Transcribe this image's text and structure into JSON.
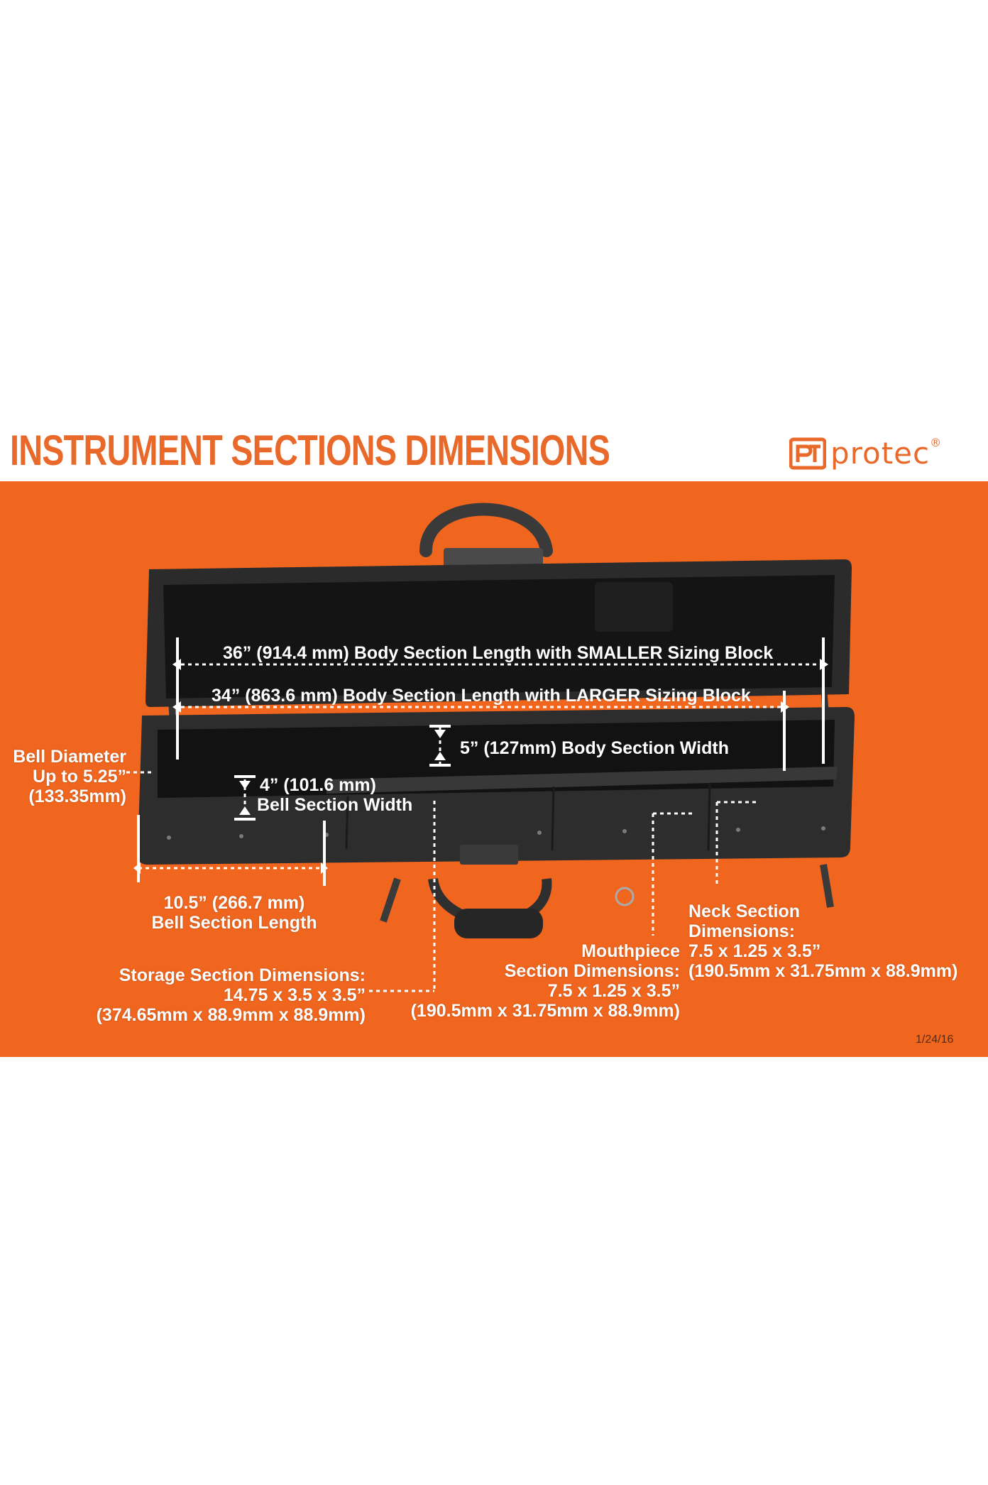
{
  "header": {
    "title": "INSTRUMENT SECTIONS DIMENSIONS",
    "brand": "protec",
    "brand_mark": "®",
    "logo_icon": "pt-logo-icon"
  },
  "colors": {
    "accent": "#f0661f",
    "title": "#e8692a",
    "case": "#2a2a2a",
    "lining": "#1c1c1c",
    "label": "#ffffff"
  },
  "labels": {
    "body_length_small": "36” (914.4 mm) Body Section Length with SMALLER Sizing Block",
    "body_length_large": "34” (863.6 mm) Body Section Length with LARGER Sizing Block",
    "body_width": "5” (127mm) Body Section Width",
    "bell_diameter_1": "Bell Diameter",
    "bell_diameter_2": "Up to 5.25”",
    "bell_diameter_3": "(133.35mm)",
    "bell_width_1": "4” (101.6 mm)",
    "bell_width_2": "Bell Section Width",
    "bell_length_1": "10.5” (266.7 mm)",
    "bell_length_2": "Bell Section Length",
    "storage_1": "Storage Section Dimensions:",
    "storage_2": "14.75 x 3.5 x 3.5”",
    "storage_3": "(374.65mm x 88.9mm x 88.9mm)",
    "mouthpiece_1": "Mouthpiece",
    "mouthpiece_2": "Section Dimensions:",
    "mouthpiece_3": "7.5 x 1.25 x 3.5”",
    "mouthpiece_4": "(190.5mm x 31.75mm x 88.9mm)",
    "neck_1": "Neck Section",
    "neck_2": "Dimensions:",
    "neck_3": "7.5 x 1.25 x 3.5”",
    "neck_4": "(190.5mm x 31.75mm x 88.9mm)"
  },
  "footer": {
    "date": "1/24/16"
  }
}
